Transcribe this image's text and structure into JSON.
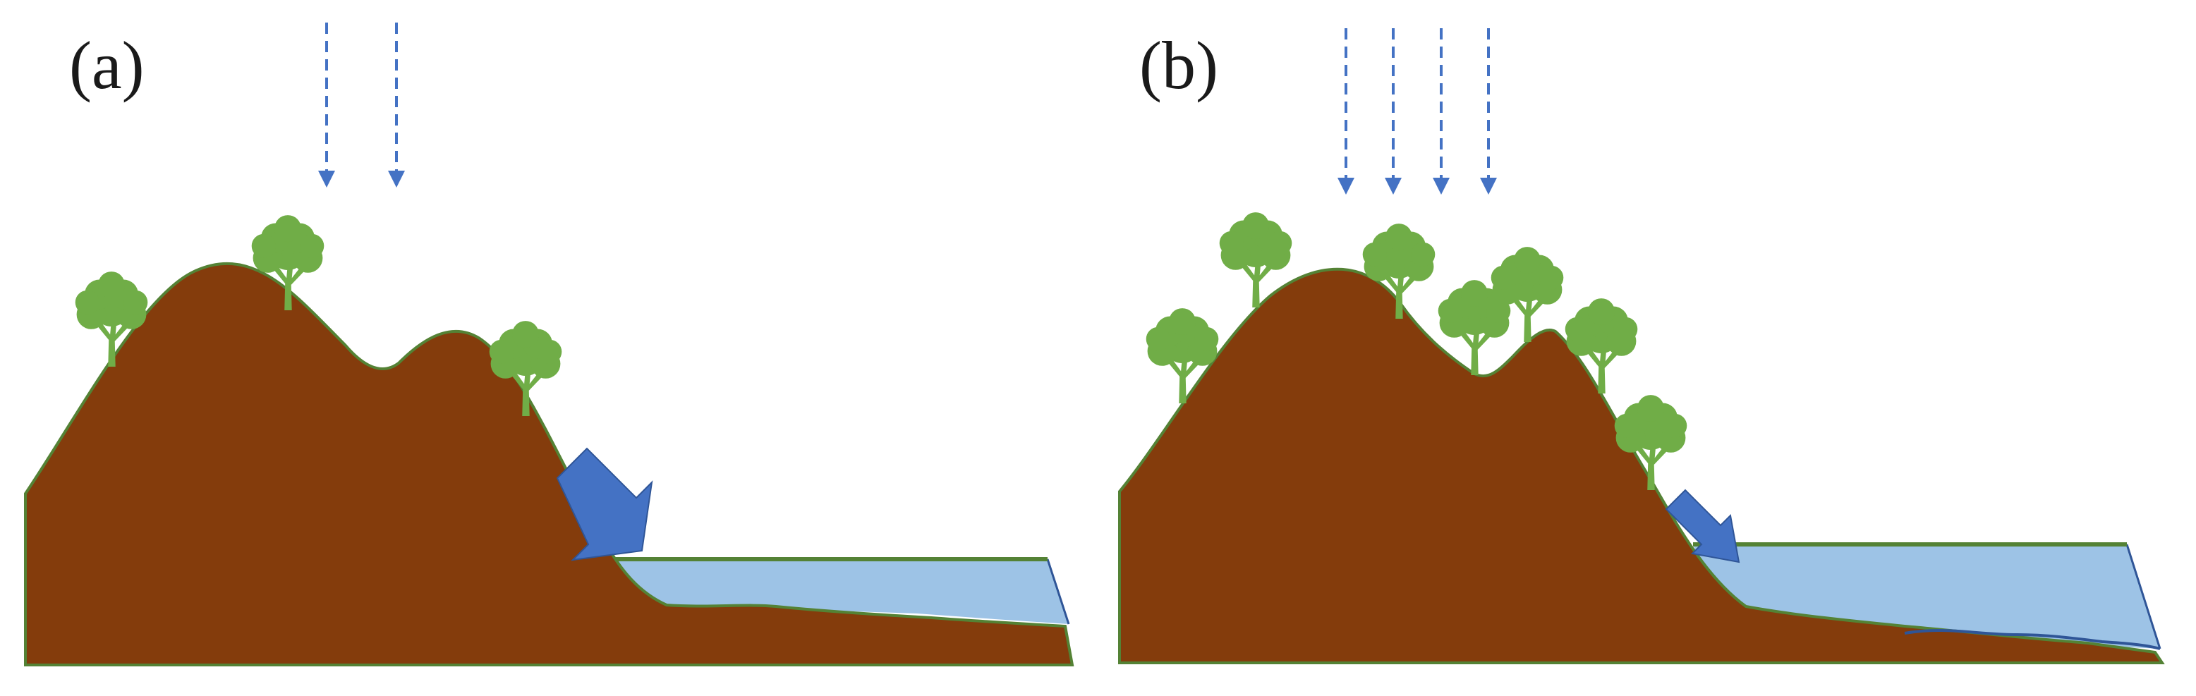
{
  "panels": [
    {
      "label": "(a)",
      "rain_arrows": 2,
      "trees": 3
    },
    {
      "label": "(b)",
      "rain_arrows": 4,
      "trees": 7
    }
  ],
  "colors": {
    "soil": "#843C0C",
    "soil_outline": "#548235",
    "water": "#9DC3E6",
    "water_edge": "#2F5597",
    "water_surface": "#548235",
    "tree": "#70AD47",
    "rain": "#4472C4",
    "runoff_arrow": "#4472C4"
  }
}
